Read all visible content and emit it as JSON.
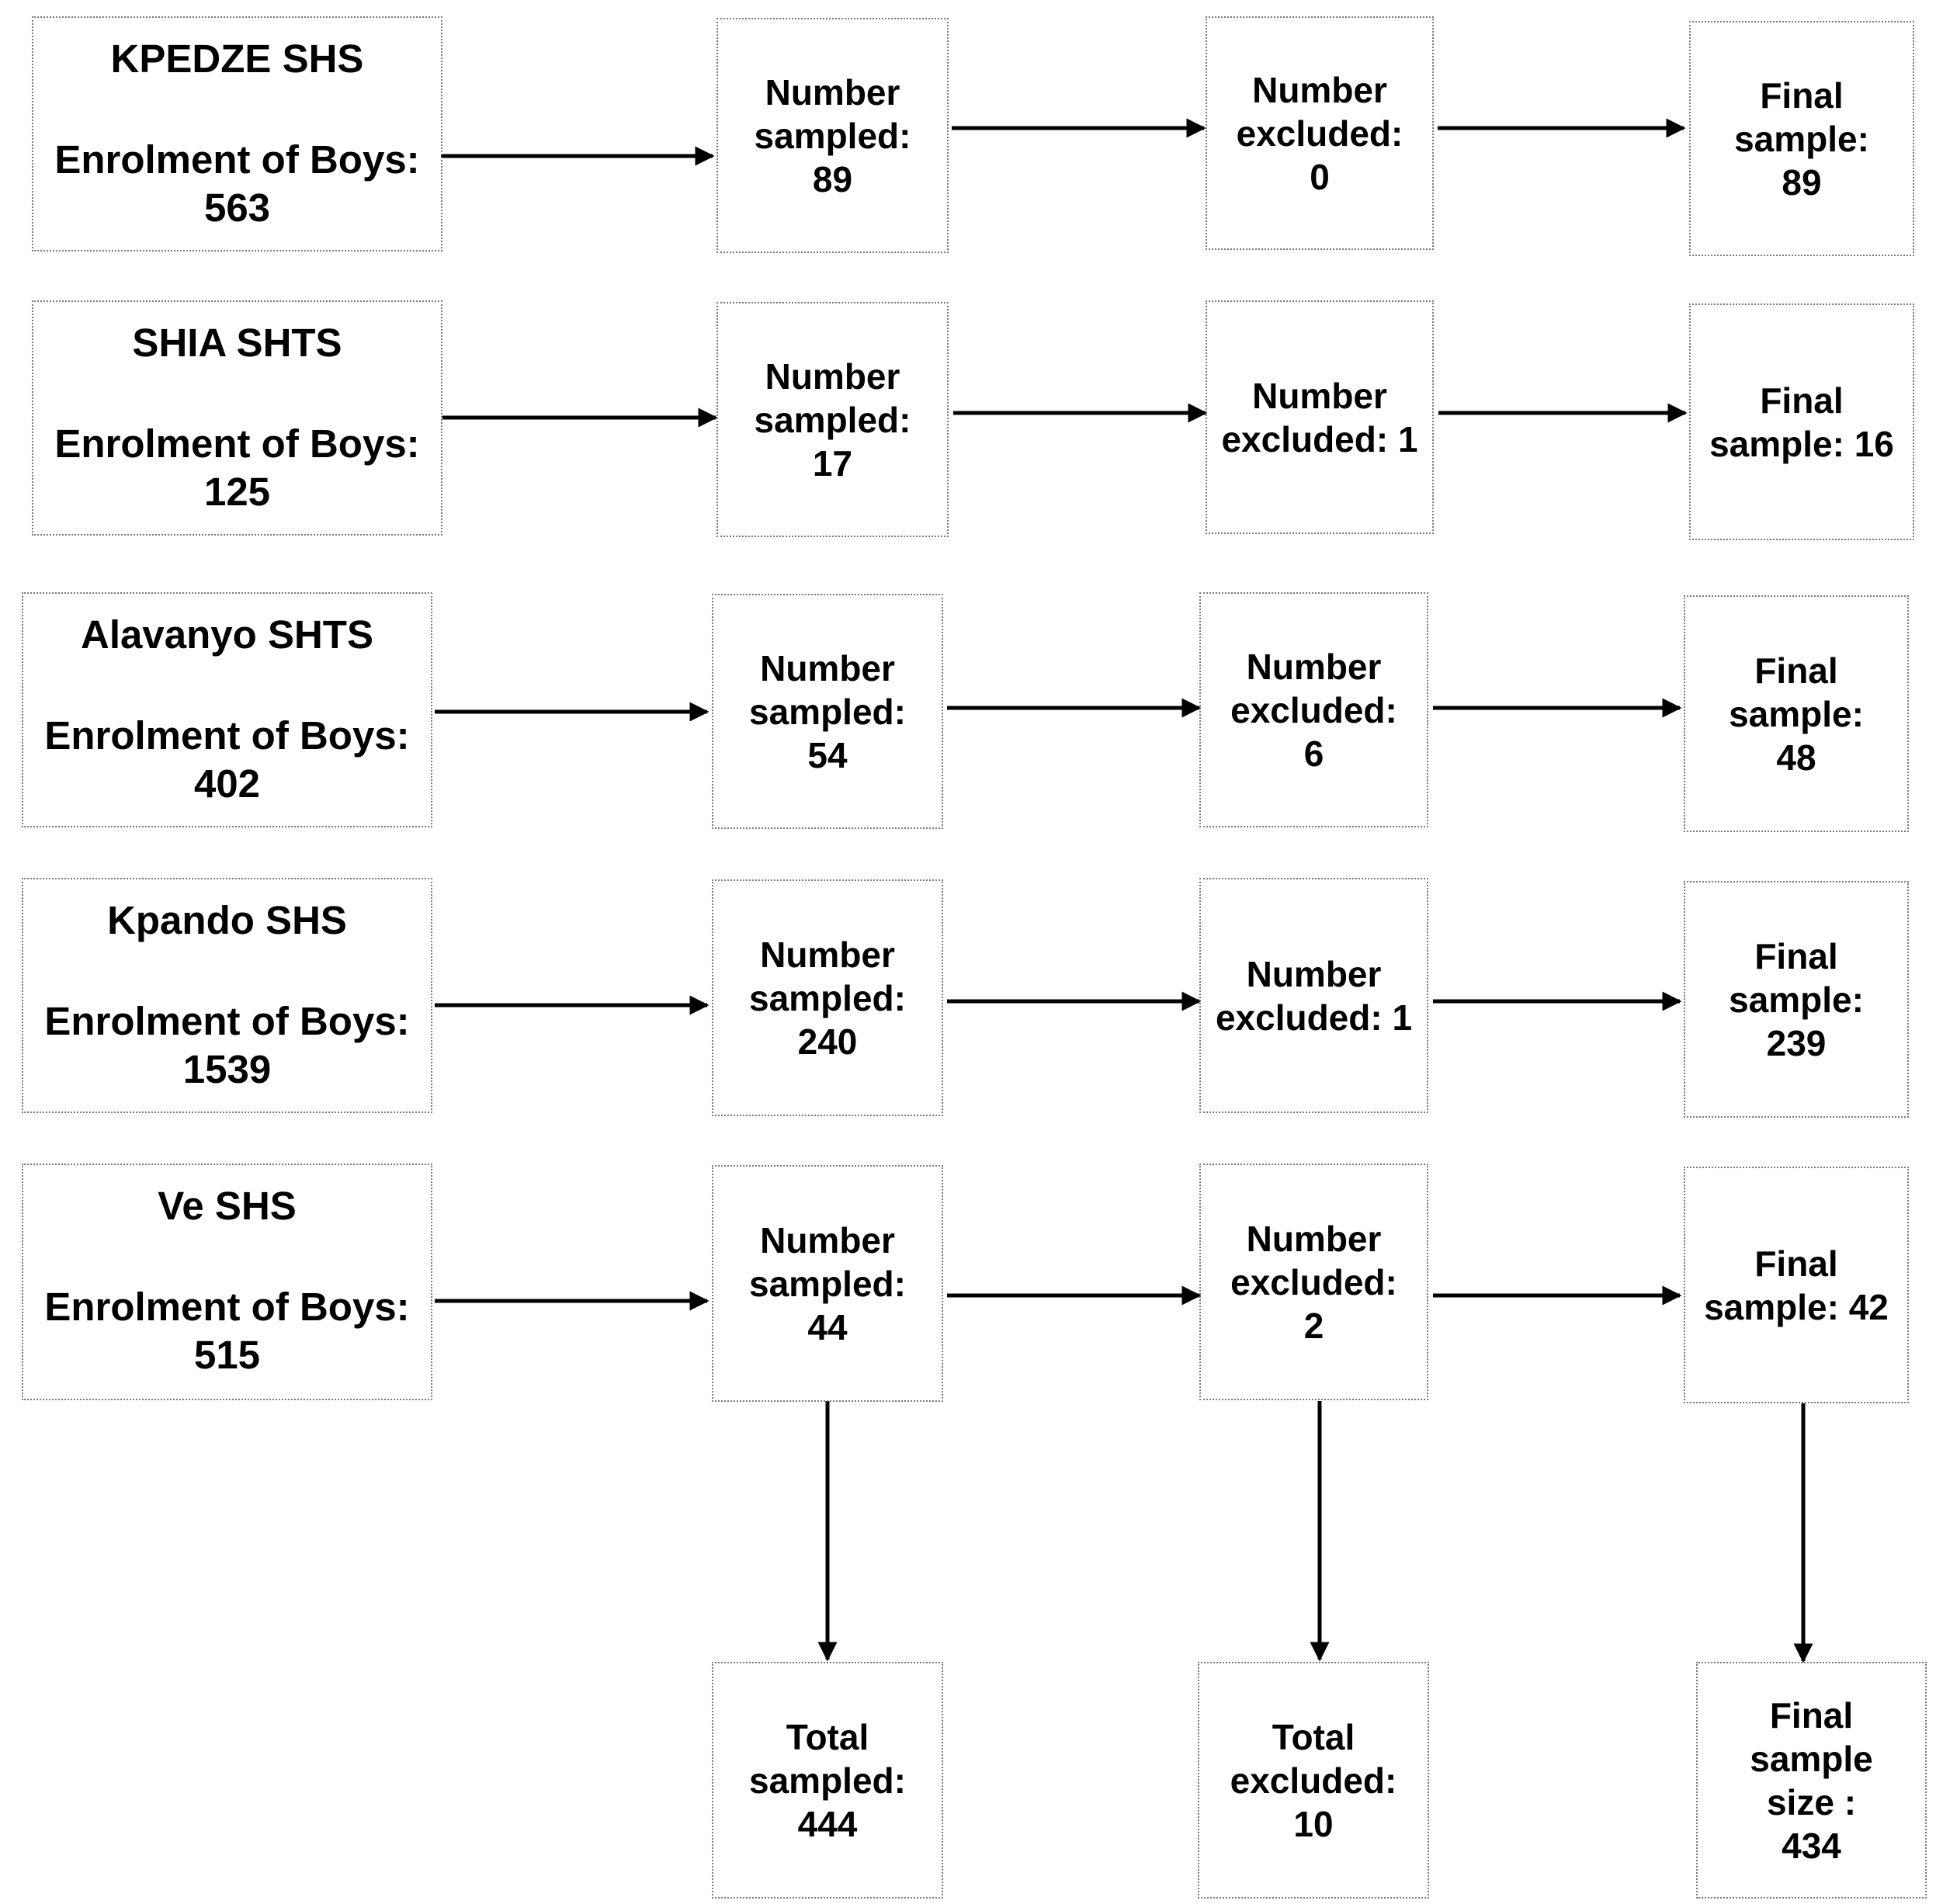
{
  "diagram": {
    "rows": [
      {
        "school": "KPEDZE SHS",
        "enrolment_label": "Enrolment of Boys:",
        "enrolment_value": "563",
        "sampled_lines": [
          "Number",
          "sampled:",
          "89"
        ],
        "excluded_lines": [
          "Number",
          "excluded:",
          "0"
        ],
        "final_lines": [
          "Final",
          "sample:",
          "89"
        ]
      },
      {
        "school": "SHIA SHTS",
        "enrolment_label": "Enrolment of Boys:",
        "enrolment_value": "125",
        "sampled_lines": [
          "Number",
          "sampled:",
          "17"
        ],
        "excluded_lines": [
          "Number",
          "excluded: 1"
        ],
        "final_lines": [
          "Final",
          "sample: 16"
        ]
      },
      {
        "school": "Alavanyo SHTS",
        "enrolment_label": "Enrolment of Boys:",
        "enrolment_value": "402",
        "sampled_lines": [
          "Number",
          "sampled:",
          "54"
        ],
        "excluded_lines": [
          "Number",
          "excluded:",
          "6"
        ],
        "final_lines": [
          "Final",
          "sample:",
          "48"
        ]
      },
      {
        "school": "Kpando SHS",
        "enrolment_label": "Enrolment of Boys:",
        "enrolment_value": "1539",
        "sampled_lines": [
          "Number",
          "sampled:",
          "240"
        ],
        "excluded_lines": [
          "Number",
          "excluded: 1"
        ],
        "final_lines": [
          "Final",
          "sample:",
          "239"
        ]
      },
      {
        "school": "Ve SHS",
        "enrolment_label": "Enrolment of Boys:",
        "enrolment_value": "515",
        "sampled_lines": [
          "Number",
          "sampled:",
          "44"
        ],
        "excluded_lines": [
          "Number",
          "excluded:",
          "2"
        ],
        "final_lines": [
          "Final",
          "sample: 42"
        ]
      }
    ],
    "totals": {
      "sampled_lines": [
        "Total",
        "sampled:",
        "444"
      ],
      "excluded_lines": [
        "Total",
        "excluded:",
        "10"
      ],
      "final_lines": [
        "Final",
        "sample",
        "size :",
        "434"
      ]
    },
    "colors": {
      "arrow": "#000000",
      "box_border": "#7a7a7a",
      "text": "#000000"
    }
  }
}
